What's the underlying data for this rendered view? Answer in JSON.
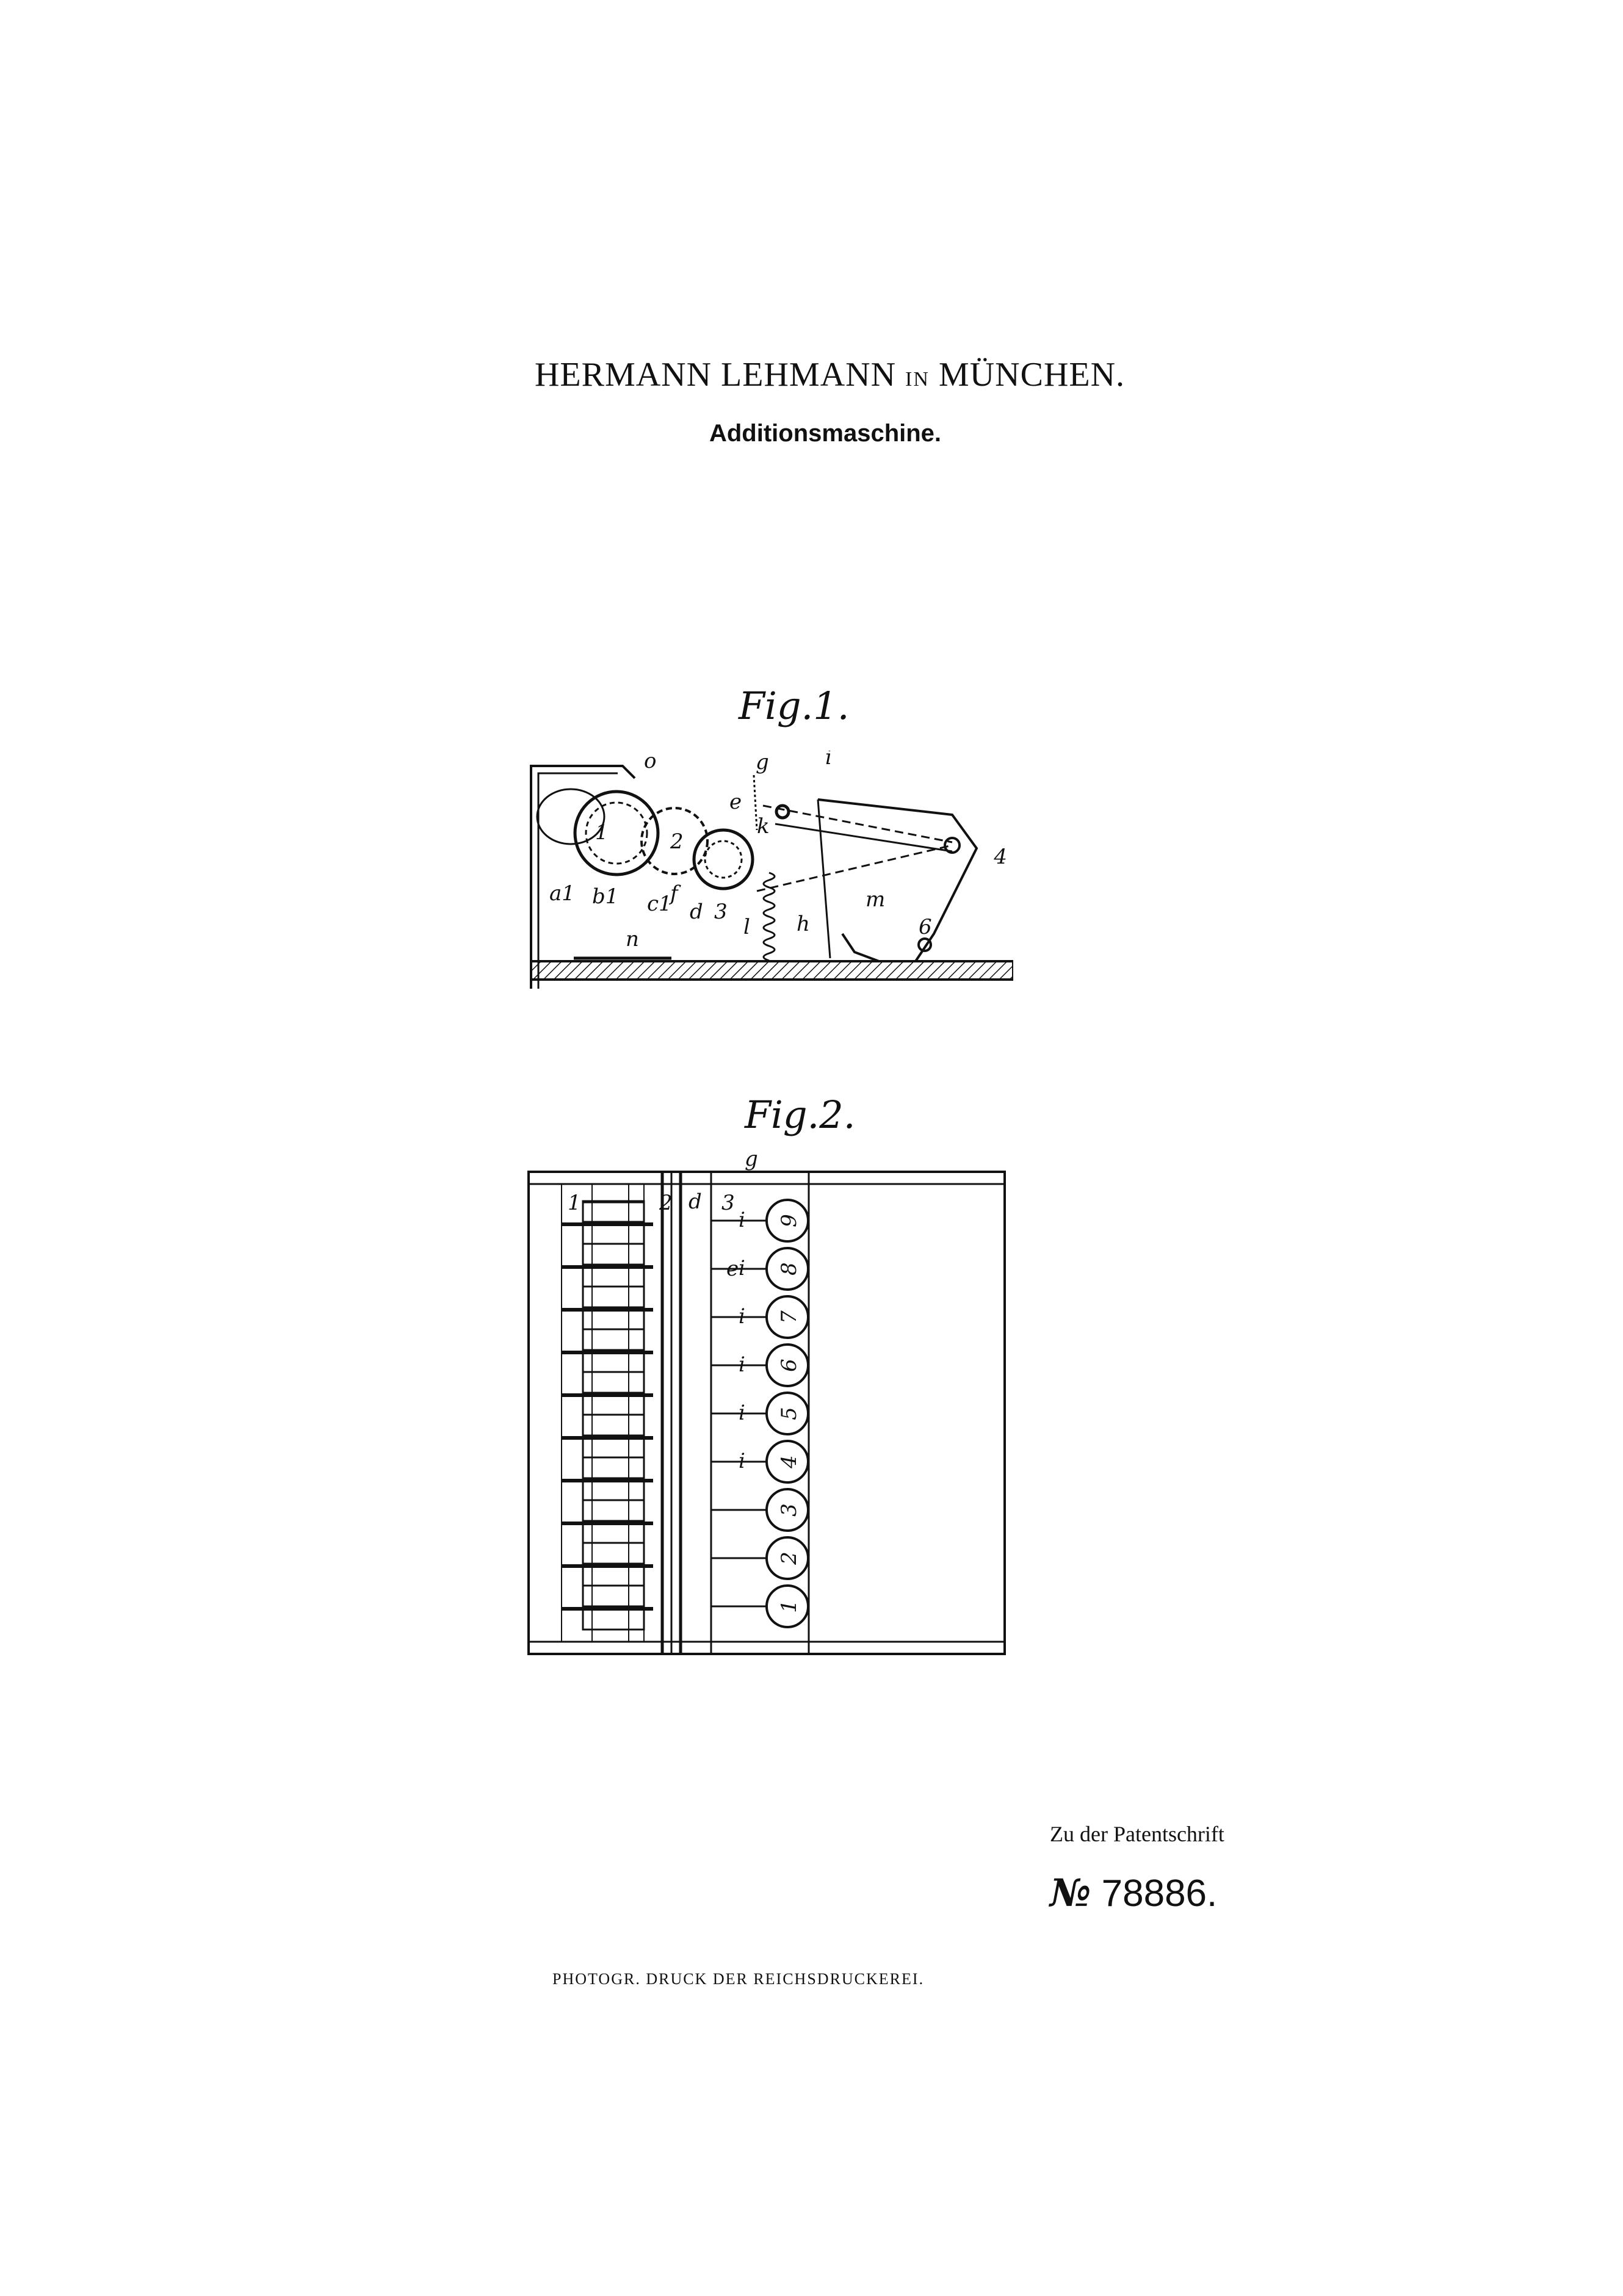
{
  "header": {
    "inventor_name": "HERMANN LEHMANN",
    "inventor_in": "IN",
    "inventor_city": "MÜNCHEN.",
    "title": "Additionsmaschine."
  },
  "figures": {
    "fig1_label": "Fig.1.",
    "fig2_label": "Fig.2.",
    "fig1_letters": [
      "o",
      "g",
      "i",
      "e",
      "k",
      "4",
      "a1",
      "b1",
      "c1",
      "f",
      "d",
      "3",
      "l",
      "h",
      "m",
      "n",
      "6",
      "1",
      "2"
    ],
    "fig2_row_numbers": [
      "9",
      "8",
      "7",
      "6",
      "5",
      "4",
      "3",
      "2",
      "1"
    ],
    "fig2_column_numbers": [
      "1",
      "2",
      "3"
    ],
    "fig2_letters": [
      "d",
      "g",
      "e",
      "i"
    ]
  },
  "footer": {
    "zu_der": "Zu der Patentschrift",
    "nr_symbol": "№",
    "patent_number": "78886.",
    "printer": "PHOTOGR. DRUCK DER REICHSDRUCKEREI."
  }
}
